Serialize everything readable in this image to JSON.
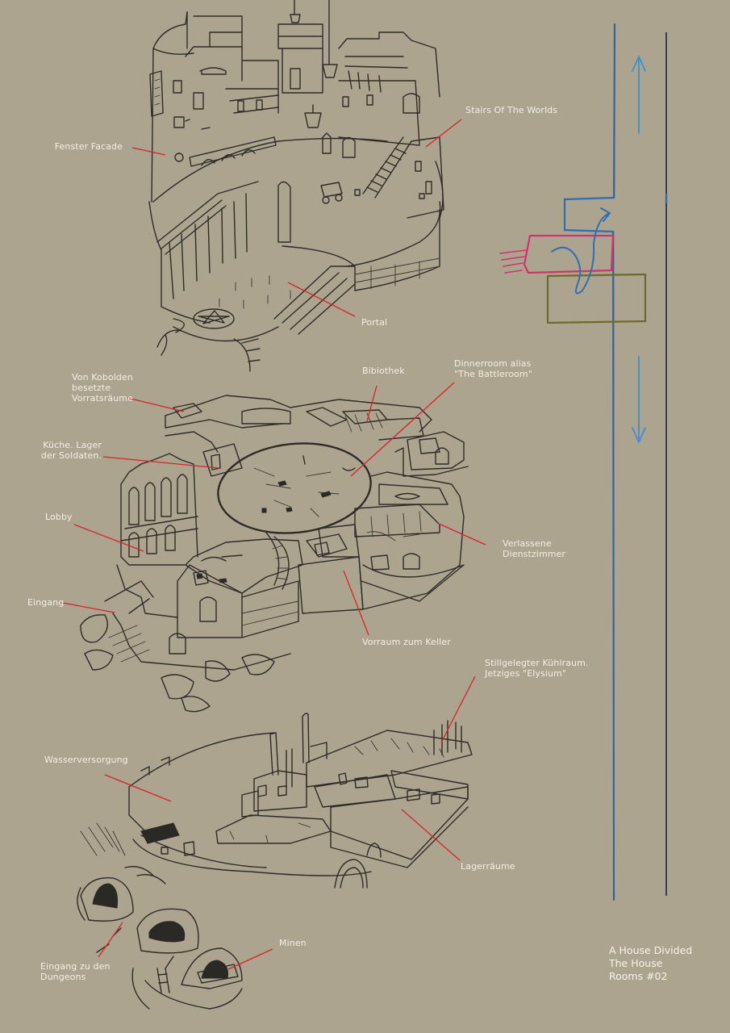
{
  "labels": {
    "fenster_facade": "Fenster Facade",
    "stairs_of_the_worlds": "Stairs Of The Worlds",
    "portal": "Portal",
    "vorratsraeume": "Von Kobolden\nbesetzte\nVorratsräume",
    "bibliothek": "Bibiothek",
    "dinnerroom": "Dinnerroom alias\n\"The Battleroom\"",
    "kueche": "Küche. Lager\nder Soldaten.",
    "lobby": "Lobby",
    "dienstzimmer": "Verlassene\nDienstzimmer",
    "eingang": "Eingang",
    "vorraum": "Vorraum zum Keller",
    "kuehlraum": "Stillgelegter Kühlraum.\nJetziges \"Elysium\"",
    "wasserversorgung": "Wasserversorgung",
    "lagerraeume": "Lagerräume",
    "eingang_dungeons": "Eingang zu den\nDungeons",
    "minen": "Minen"
  },
  "credit": {
    "line1": "A House Divided",
    "line2": "The House",
    "line3": "Rooms #02"
  },
  "colors": {
    "background": "#ada48f",
    "label_text": "#f4efe3",
    "leader_line": "#d8232a",
    "sketch": "#2e2c29",
    "flow_blue": "#2f6fb0",
    "arrow_blue": "#4a8fcc",
    "floor_magenta": "#d0336c",
    "floor_olive": "#6f6a2c"
  }
}
